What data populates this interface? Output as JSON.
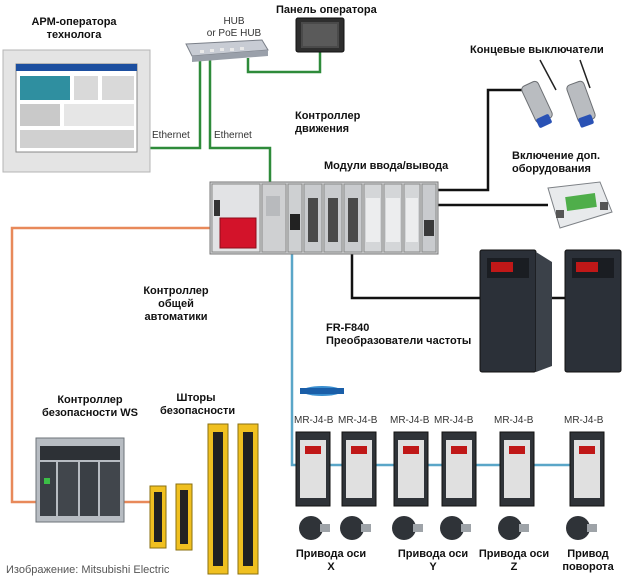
{
  "labels": {
    "arm_operator": "АРМ-оператора\nтехнолога",
    "hub": "HUB\nor PoE HUB",
    "operator_panel": "Панель оператора",
    "limit_switches": "Концевые выключатели",
    "ethernet_1": "Ethernet",
    "ethernet_2": "Ethernet",
    "motion_controller": "Контроллер\nдвижения",
    "io_modules": "Модули ввода/вывода",
    "aux_equipment": "Включение доп.\nоборудования",
    "general_controller": "Контроллер\nобщей\nавтоматики",
    "vfd_title": "FR-F840\nПреобразователи частоты",
    "safety_controller": "Контроллер\nбезопасности WS",
    "safety_curtains": "Шторы\nбезопасности",
    "servo_1": "MR-J4-B",
    "servo_2": "MR-J4-B",
    "servo_3": "MR-J4-B",
    "servo_4": "MR-J4-B",
    "servo_5": "MR-J4-B",
    "servo_6": "MR-J4-B",
    "axis_x": "Привода оси\nX",
    "axis_y": "Привода оси\nY",
    "axis_z": "Привода оси\nZ",
    "rotation_drive": "Привод\nповорота",
    "caption": "Изображение: Mitsubishi Electric"
  },
  "colors": {
    "ethernet_line": "#2e8b3a",
    "io_line": "#111111",
    "safety_line": "#e8895a",
    "sscnet_line": "#5aa6c8",
    "plc_red": "#d3132a",
    "vfd_body": "#2b3038",
    "curtain_yellow": "#f0c020"
  }
}
